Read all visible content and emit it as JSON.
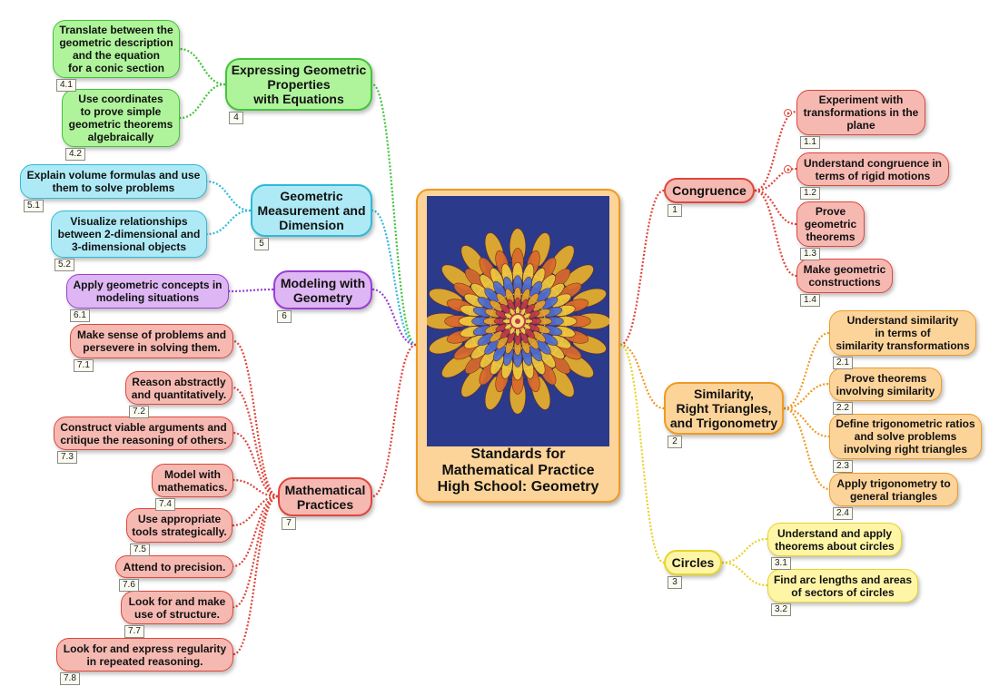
{
  "center": {
    "title": "Standards for\nMathematical Practice\nHigh School: Geometry"
  },
  "branches": {
    "b1": {
      "label": "Congruence",
      "tag": "1"
    },
    "b2": {
      "label": "Similarity,\nRight Triangles,\nand Trigonometry",
      "tag": "2"
    },
    "b3": {
      "label": "Circles",
      "tag": "3"
    },
    "b4": {
      "label": "Expressing Geometric\nProperties\nwith Equations",
      "tag": "4"
    },
    "b5": {
      "label": "Geometric\nMeasurement and\nDimension",
      "tag": "5"
    },
    "b6": {
      "label": "Modeling with\nGeometry",
      "tag": "6"
    },
    "b7": {
      "label": "Mathematical\nPractices",
      "tag": "7"
    }
  },
  "leaves": {
    "l11": {
      "label": "Experiment with\ntransformations in the\nplane",
      "tag": "1.1"
    },
    "l12": {
      "label": "Understand congruence in\nterms of rigid motions",
      "tag": "1.2"
    },
    "l13": {
      "label": "Prove\ngeometric\ntheorems",
      "tag": "1.3"
    },
    "l14": {
      "label": "Make geometric\nconstructions",
      "tag": "1.4"
    },
    "l21": {
      "label": "Understand similarity\nin terms of\nsimilarity transformations",
      "tag": "2.1"
    },
    "l22": {
      "label": "Prove theorems\ninvolving similarity",
      "tag": "2.2"
    },
    "l23": {
      "label": "Define trigonometric ratios\nand solve problems\ninvolving right triangles",
      "tag": "2.3"
    },
    "l24": {
      "label": "Apply trigonometry to\ngeneral triangles",
      "tag": "2.4"
    },
    "l31": {
      "label": "Understand and apply\ntheorems about circles",
      "tag": "3.1"
    },
    "l32": {
      "label": "Find arc lengths and areas\nof sectors of circles",
      "tag": "3.2"
    },
    "l41": {
      "label": "Translate between the\ngeometric description\nand the equation\nfor a conic section",
      "tag": "4.1"
    },
    "l42": {
      "label": "Use coordinates\nto prove simple\ngeometric theorems\nalgebraically",
      "tag": "4.2"
    },
    "l51": {
      "label": "Explain volume formulas and use\nthem to solve problems",
      "tag": "5.1"
    },
    "l52": {
      "label": "Visualize relationships\nbetween 2-dimensional and\n3-dimensional objects",
      "tag": "5.2"
    },
    "l61": {
      "label": "Apply geometric concepts in\nmodeling situations",
      "tag": "6.1"
    },
    "l71": {
      "label": "Make sense of problems and\npersevere in solving them.",
      "tag": "7.1"
    },
    "l72": {
      "label": "Reason abstractly\nand quantitatively.",
      "tag": "7.2"
    },
    "l73": {
      "label": "Construct viable arguments and\ncritique the reasoning of others.",
      "tag": "7.3"
    },
    "l74": {
      "label": "Model with\nmathematics.",
      "tag": "7.4"
    },
    "l75": {
      "label": "Use appropriate\ntools strategically.",
      "tag": "7.5"
    },
    "l76": {
      "label": "Attend to precision.",
      "tag": "7.6"
    },
    "l77": {
      "label": "Look for and make\nuse of structure.",
      "tag": "7.7"
    },
    "l78": {
      "label": "Look for and express regularity\nin repeated reasoning.",
      "tag": "7.8"
    }
  },
  "colors": {
    "red": "#e0463c",
    "orange": "#ef9a24",
    "yellow": "#e6d42a",
    "green": "#43c43a",
    "cyan": "#2fb9d8",
    "purple": "#9b3fd6"
  }
}
